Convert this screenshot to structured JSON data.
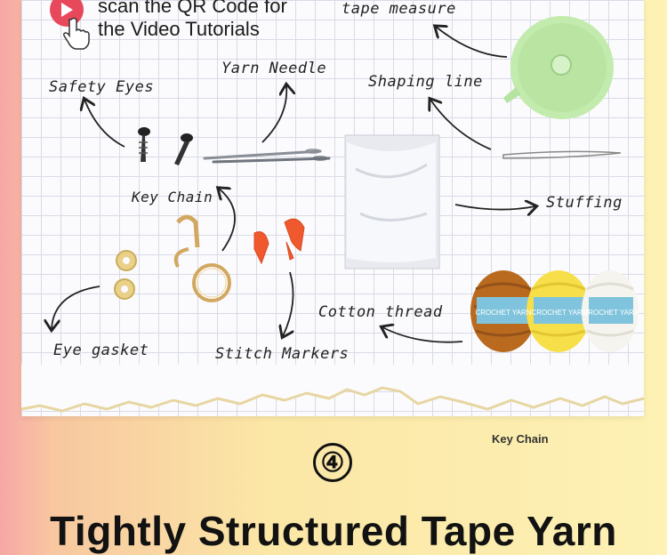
{
  "instructions": {
    "line1": "scan the QR Code for",
    "line2": "the Video Tutorials"
  },
  "labels": {
    "tape_measure": "tape measure",
    "safety_eyes": "Safety Eyes",
    "yarn_needle": "Yarn Needle",
    "shaping_line": "Shaping line",
    "key_chain": "Key Chain",
    "stuffing": "Stuffing",
    "cotton_thread": "Cotton thread",
    "eye_gasket": "Eye gasket",
    "stitch_markers": "Stitch Markers"
  },
  "yarn_band_text": "CROCHET YARN",
  "footer": {
    "key_chain_caption": "Key Chain",
    "section_number": "④",
    "headline": "Tightly Structured Tape Yarn"
  },
  "colors": {
    "play_button": "#e8485b",
    "tape_measure": "#bfe9a9",
    "stitch_marker": "#f0582e",
    "yarn_brown": "#b96a1e",
    "yarn_yellow": "#f7df4a",
    "yarn_white": "#f6f4ef",
    "band_blue": "#7fc4dc"
  }
}
